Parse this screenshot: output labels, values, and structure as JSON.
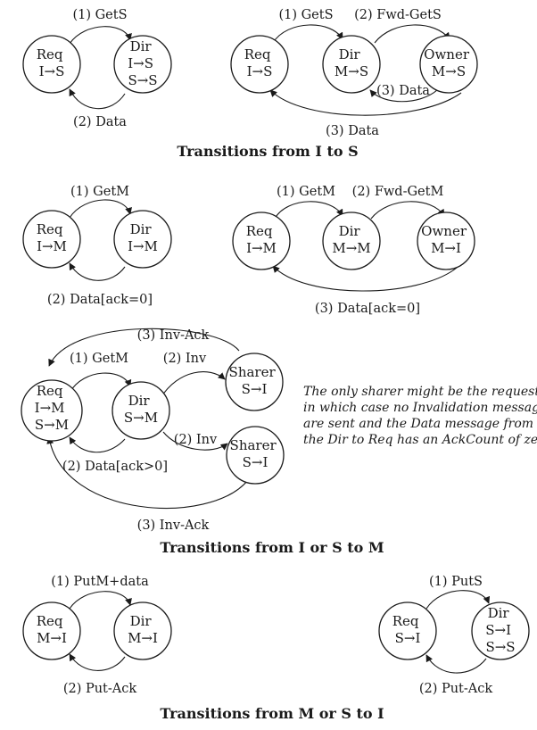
{
  "section_titles": {
    "i_to_s": "Transitions from I to S",
    "i_or_s_to_m": "Transitions from I or S to M",
    "m_or_s_to_i": "Transitions from M or S to I"
  },
  "nodes": {
    "a_req": [
      "Req",
      "I→S"
    ],
    "a_dir": [
      "Dir",
      "I→S",
      "S→S"
    ],
    "b_req": [
      "Req",
      "I→S"
    ],
    "b_dir": [
      "Dir",
      "M→S"
    ],
    "b_owner": [
      "Owner",
      "M→S"
    ],
    "c_req": [
      "Req",
      "I→M"
    ],
    "c_dir": [
      "Dir",
      "I→M"
    ],
    "d_req": [
      "Req",
      "I→M"
    ],
    "d_dir": [
      "Dir",
      "M→M"
    ],
    "d_owner": [
      "Owner",
      "M→I"
    ],
    "e_req": [
      "Req",
      "I→M",
      "S→M"
    ],
    "e_dir": [
      "Dir",
      "S→M"
    ],
    "e_sharer1": [
      "Sharer",
      "S→I"
    ],
    "e_sharer2": [
      "Sharer",
      "S→I"
    ],
    "f_req": [
      "Req",
      "M→I"
    ],
    "f_dir": [
      "Dir",
      "M→I"
    ],
    "g_req": [
      "Req",
      "S→I"
    ],
    "g_dir": [
      "Dir",
      "S→I",
      "S→S"
    ]
  },
  "edges": {
    "a_gets": "(1) GetS",
    "a_data": "(2) Data",
    "b_gets": "(1) GetS",
    "b_fwd": "(2) Fwd-GetS",
    "b_data_dir": "(3) Data",
    "b_data_req": "(3) Data",
    "c_getm": "(1) GetM",
    "c_data": "(2) Data[ack=0]",
    "d_getm": "(1) GetM",
    "d_fwd": "(2) Fwd-GetM",
    "d_data": "(3) Data[ack=0]",
    "e_invack_top": "(3) Inv-Ack",
    "e_getm": "(1) GetM",
    "e_inv1": "(2) Inv",
    "e_inv2": "(2) Inv",
    "e_data": "(2) Data[ack>0]",
    "e_invack_bottom": "(3) Inv-Ack",
    "f_putm": "(1) PutM+data",
    "f_putack": "(2) Put-Ack",
    "g_puts": "(1) PutS",
    "g_putack": "(2) Put-Ack"
  },
  "note": [
    "The only sharer might be the requestor,",
    "in which case no Invalidation messages",
    "are sent and the Data message from",
    "the Dir to Req has an AckCount of zero."
  ]
}
